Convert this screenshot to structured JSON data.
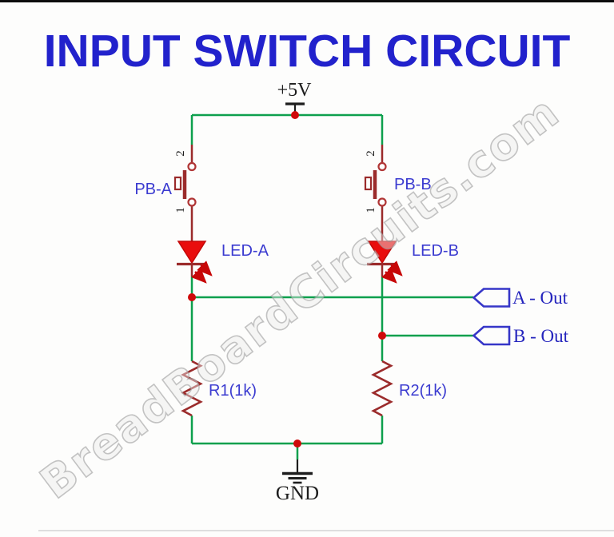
{
  "title": "INPUT SWITCH CIRCUIT",
  "watermark": "BreadBoardCircuits.com",
  "power": {
    "label": "+5V"
  },
  "ground": {
    "label": "GND"
  },
  "switches": {
    "a": {
      "label": "PB-A",
      "pin_top": "2",
      "pin_bottom": "1"
    },
    "b": {
      "label": "PB-B",
      "pin_top": "2",
      "pin_bottom": "1"
    }
  },
  "leds": {
    "a": {
      "label": "LED-A"
    },
    "b": {
      "label": "LED-B"
    }
  },
  "resistors": {
    "r1": {
      "label": "R1(1k)"
    },
    "r2": {
      "label": "R2(1k)"
    }
  },
  "outputs": {
    "a": {
      "label": "A - Out"
    },
    "b": {
      "label": "B - Out"
    }
  },
  "colors": {
    "wire_green": "#0da04d",
    "component_red": "#9b2b2b",
    "led_fill_red": "#e90d0d",
    "junction_red": "#cf0a0a",
    "label_blue": "#3b3bd0",
    "title_blue": "#2222cc",
    "connector_blue": "#3636c8",
    "text_black": "#1d1d1d"
  }
}
